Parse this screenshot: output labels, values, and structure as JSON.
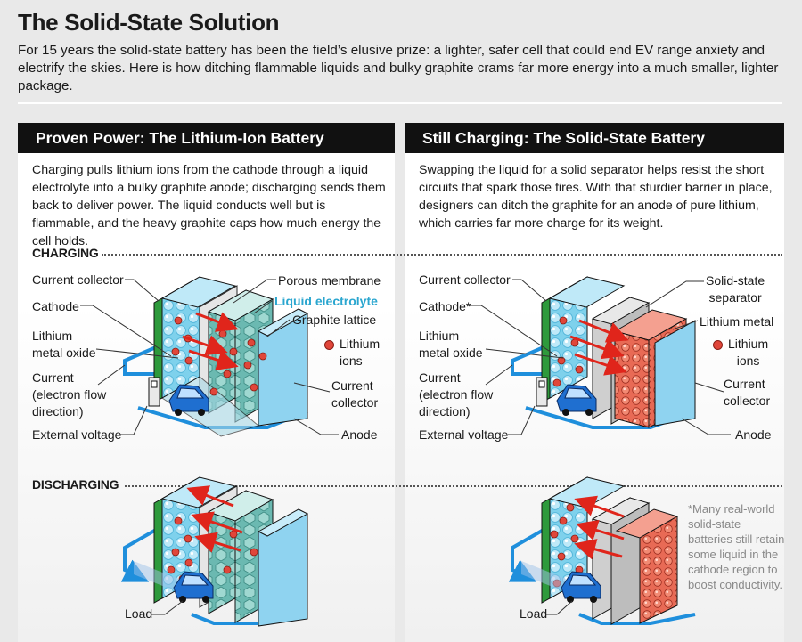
{
  "title": "The Solid-State Solution",
  "subtitle": "For 15 years the solid-state battery has been the field’s elusive prize: a lighter, safer cell that could end EV range anxiety and electrify the skies. Here is how ditching flammable liquids and bulky graphite crams far more energy into a much smaller, lighter package.",
  "left": {
    "heading": "Proven Power: The Lithium-Ion Battery",
    "body": "Charging pulls lithium ions from the cathode through a liquid electrolyte into a bulky graphite anode; discharging sends them back to deliver power. The liquid conducts well but is flammable, and the heavy graphite caps how much energy the cell holds.",
    "labels": {
      "current_collector": "Current collector",
      "cathode": "Cathode",
      "lithium_metal_oxide": "Lithium\nmetal oxide",
      "current_flow": "Current\n(electron flow\ndirection)",
      "external_voltage": "External voltage",
      "porous_membrane": "Porous membrane",
      "liquid_electrolyte": "Liquid electrolyte",
      "graphite_lattice": "Graphite lattice",
      "lithium_ions": "Lithium\nions",
      "current_collector_right": "Current\ncollector",
      "anode": "Anode",
      "load": "Load"
    }
  },
  "right": {
    "heading": "Still Charging: The Solid-State Battery",
    "body": "Swapping the liquid for a solid separator helps resist the short circuits that spark those fires. With that sturdier barrier in place, designers can ditch the graphite for an anode of pure lithium, which carries far more charge for its weight.",
    "labels": {
      "current_collector": "Current collector",
      "cathode": "Cathode*",
      "lithium_metal_oxide": "Lithium\nmetal oxide",
      "current_flow": "Current\n(electron flow\ndirection)",
      "external_voltage": "External voltage",
      "solid_state_separator": "Solid-state\nseparator",
      "lithium_metal": "Lithium metal",
      "lithium_ions": "Lithium\nions",
      "current_collector_right": "Current\ncollector",
      "anode": "Anode",
      "load": "Load"
    },
    "footnote": "*Many real-world solid-state batteries still retain some liquid in the cathode region to boost conductivity."
  },
  "sections": {
    "charging": "CHARGING",
    "discharging": "DISCHARGING"
  },
  "colors": {
    "collector_green": "#2e9a3c",
    "collector_blue": "#8fd3f0",
    "ion_red": "#e0463a",
    "current_blue": "#1f8fdc",
    "electrolyte_teal": "#7fc9c4",
    "separator_gray": "#cfcfcf",
    "lithium_metal_red": "#d4503d"
  }
}
